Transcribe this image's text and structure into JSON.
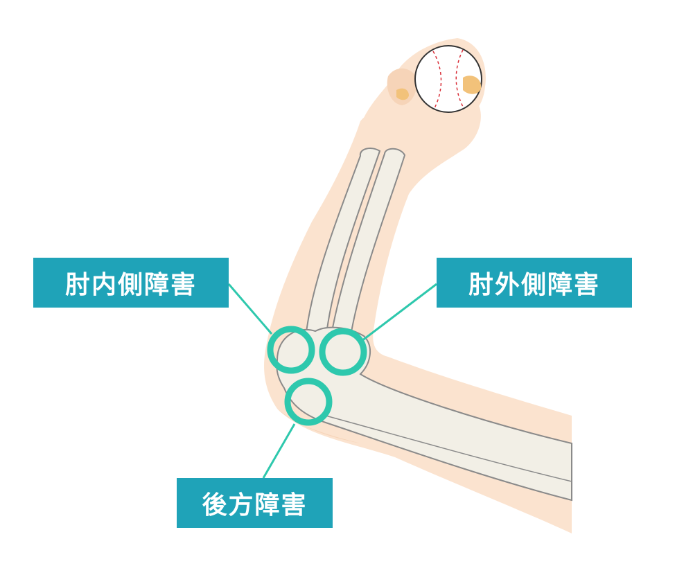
{
  "labels": {
    "medial": "肘内側障害",
    "lateral": "肘外側障害",
    "posterior": "後方障害"
  },
  "colors": {
    "skin": "#fbe3cf",
    "skin_shadow": "#f6d4b8",
    "bone": "#f2efe6",
    "bone_outline": "#8a8a8a",
    "highlight_ring": "#2ec8ad",
    "leader_line": "#2ec8ad",
    "label_bg": "#1fa3b8",
    "label_text": "#ffffff",
    "ball": "#ffffff",
    "ball_stitch": "#d9303a",
    "nail": "#f2c27a"
  }
}
